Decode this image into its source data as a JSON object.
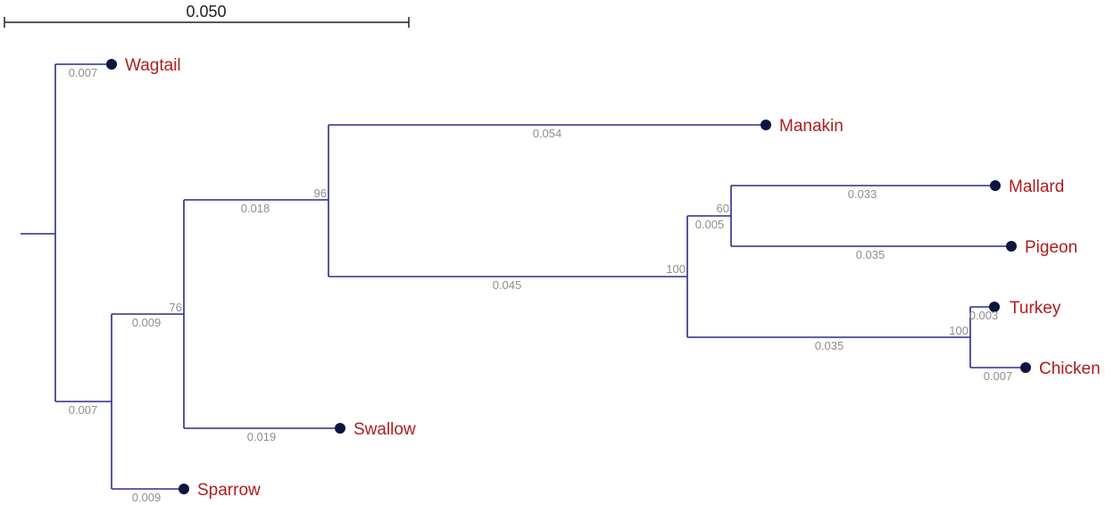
{
  "colors": {
    "branch": "#2b2b8c",
    "label": "#b01c1c",
    "leaf_marker": "#0d1440",
    "annotation": "#8e8e8e"
  },
  "scale_bar": {
    "label": "0.050"
  },
  "taxa": {
    "wagtail": "Wagtail",
    "manakin": "Manakin",
    "mallard": "Mallard",
    "pigeon": "Pigeon",
    "turkey": "Turkey",
    "chicken": "Chicken",
    "swallow": "Swallow",
    "sparrow": "Sparrow"
  },
  "branch_lengths": {
    "wagtail": "0.007",
    "manakin": "0.054",
    "mallard": "0.033",
    "pigeon": "0.035",
    "turkey": "0.003",
    "chicken": "0.007",
    "swallow": "0.019",
    "sparrow": "0.009",
    "clade_main": "0.007",
    "clade_76": "0.009",
    "clade_96": "0.018",
    "clade_100": "0.045",
    "clade_60": "0.005",
    "clade_gallo": "0.035"
  },
  "bootstrap": {
    "n96": "96",
    "n76": "76",
    "n100": "100",
    "n60": "60",
    "n100b": "100"
  }
}
